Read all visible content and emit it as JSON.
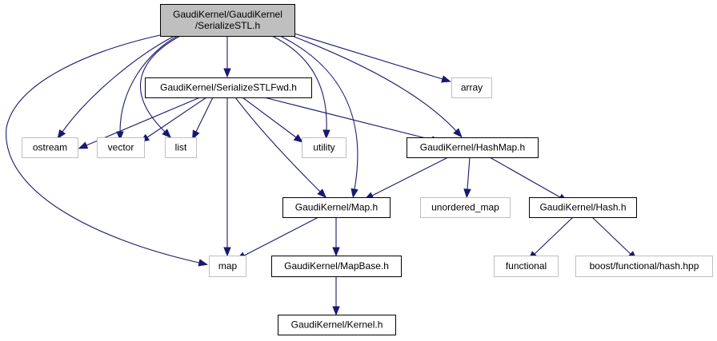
{
  "diagram": {
    "title": "Include dependency graph for SerializeSTL.h",
    "edge_color": "#191970",
    "nodes": [
      {
        "id": "serializestl",
        "label": [
          "GaudiKernel/GaudiKernel",
          "/SerializeSTL.h"
        ],
        "kind": "root"
      },
      {
        "id": "serializestlfwd",
        "label": [
          "GaudiKernel/SerializeSTLFwd.h"
        ],
        "kind": "int"
      },
      {
        "id": "array",
        "label": [
          "array"
        ],
        "kind": "ext"
      },
      {
        "id": "ostream",
        "label": [
          "ostream"
        ],
        "kind": "ext"
      },
      {
        "id": "vector",
        "label": [
          "vector"
        ],
        "kind": "ext"
      },
      {
        "id": "list",
        "label": [
          "list"
        ],
        "kind": "ext"
      },
      {
        "id": "utility",
        "label": [
          "utility"
        ],
        "kind": "ext"
      },
      {
        "id": "hashmap",
        "label": [
          "GaudiKernel/HashMap.h"
        ],
        "kind": "int"
      },
      {
        "id": "maph",
        "label": [
          "GaudiKernel/Map.h"
        ],
        "kind": "int"
      },
      {
        "id": "unordered_map",
        "label": [
          "unordered_map"
        ],
        "kind": "ext"
      },
      {
        "id": "hashh",
        "label": [
          "GaudiKernel/Hash.h"
        ],
        "kind": "int"
      },
      {
        "id": "map",
        "label": [
          "map"
        ],
        "kind": "ext"
      },
      {
        "id": "mapbase",
        "label": [
          "GaudiKernel/MapBase.h"
        ],
        "kind": "int"
      },
      {
        "id": "functional",
        "label": [
          "functional"
        ],
        "kind": "ext"
      },
      {
        "id": "boosthash",
        "label": [
          "boost/functional/hash.hpp"
        ],
        "kind": "ext"
      },
      {
        "id": "kernel",
        "label": [
          "GaudiKernel/Kernel.h"
        ],
        "kind": "int"
      }
    ],
    "edges": [
      {
        "from": "serializestl",
        "to": "map"
      },
      {
        "from": "serializestl",
        "to": "serializestlfwd"
      },
      {
        "from": "serializestl",
        "to": "ostream"
      },
      {
        "from": "serializestl",
        "to": "vector"
      },
      {
        "from": "serializestl",
        "to": "list"
      },
      {
        "from": "serializestl",
        "to": "utility"
      },
      {
        "from": "serializestl",
        "to": "maph"
      },
      {
        "from": "serializestl",
        "to": "hashmap"
      },
      {
        "from": "serializestl",
        "to": "array"
      },
      {
        "from": "serializestlfwd",
        "to": "ostream"
      },
      {
        "from": "serializestlfwd",
        "to": "vector"
      },
      {
        "from": "serializestlfwd",
        "to": "list"
      },
      {
        "from": "serializestlfwd",
        "to": "map"
      },
      {
        "from": "serializestlfwd",
        "to": "maph"
      },
      {
        "from": "serializestlfwd",
        "to": "utility"
      },
      {
        "from": "serializestlfwd",
        "to": "hashmap"
      },
      {
        "from": "hashmap",
        "to": "maph"
      },
      {
        "from": "hashmap",
        "to": "unordered_map"
      },
      {
        "from": "hashmap",
        "to": "hashh"
      },
      {
        "from": "maph",
        "to": "map"
      },
      {
        "from": "maph",
        "to": "mapbase"
      },
      {
        "from": "hashh",
        "to": "functional"
      },
      {
        "from": "hashh",
        "to": "boosthash"
      },
      {
        "from": "mapbase",
        "to": "kernel"
      }
    ]
  }
}
